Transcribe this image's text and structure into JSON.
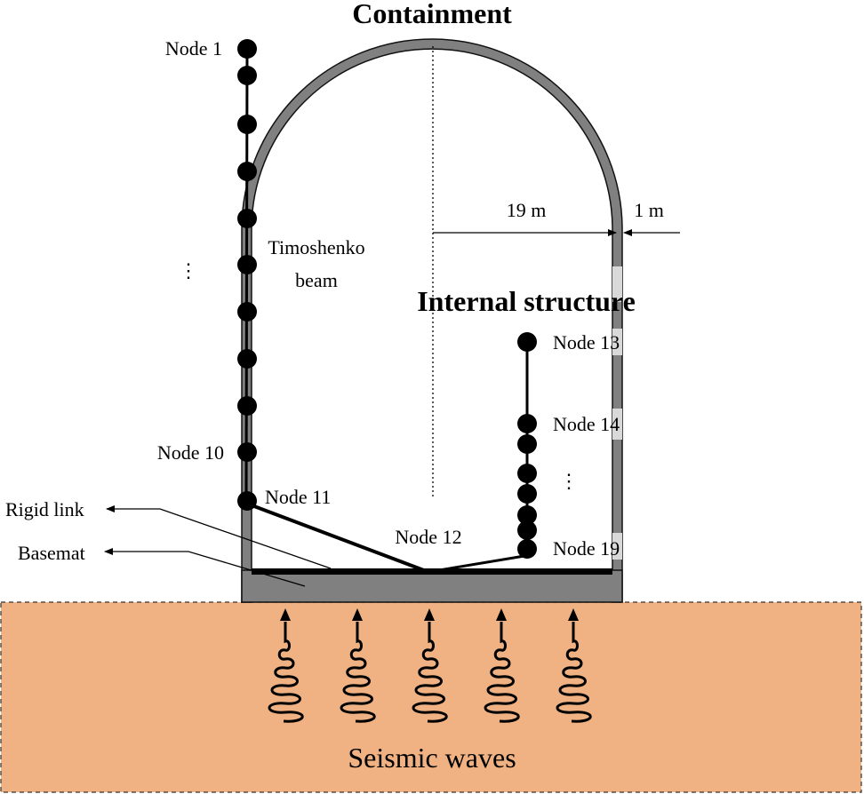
{
  "title": "Containment",
  "internal_title": "Internal structure",
  "dimensions": {
    "radius": "19 m",
    "thickness": "1 m"
  },
  "beam_label": {
    "line1": "Timoshenko",
    "line2": "beam"
  },
  "nodes": {
    "n1": "Node 1",
    "n10": "Node 10",
    "n11": "Node 11",
    "n12": "Node 12",
    "n13": "Node 13",
    "n14": "Node 14",
    "n19": "Node 19"
  },
  "ellipsis": "⋮",
  "rigid_link": "Rigid link",
  "basemat": "Basemat",
  "ground_label": "Seismic waves",
  "colors": {
    "wall": "#808080",
    "wall_stroke": "#111111",
    "ground": "#f1b283",
    "node": "#000000"
  }
}
